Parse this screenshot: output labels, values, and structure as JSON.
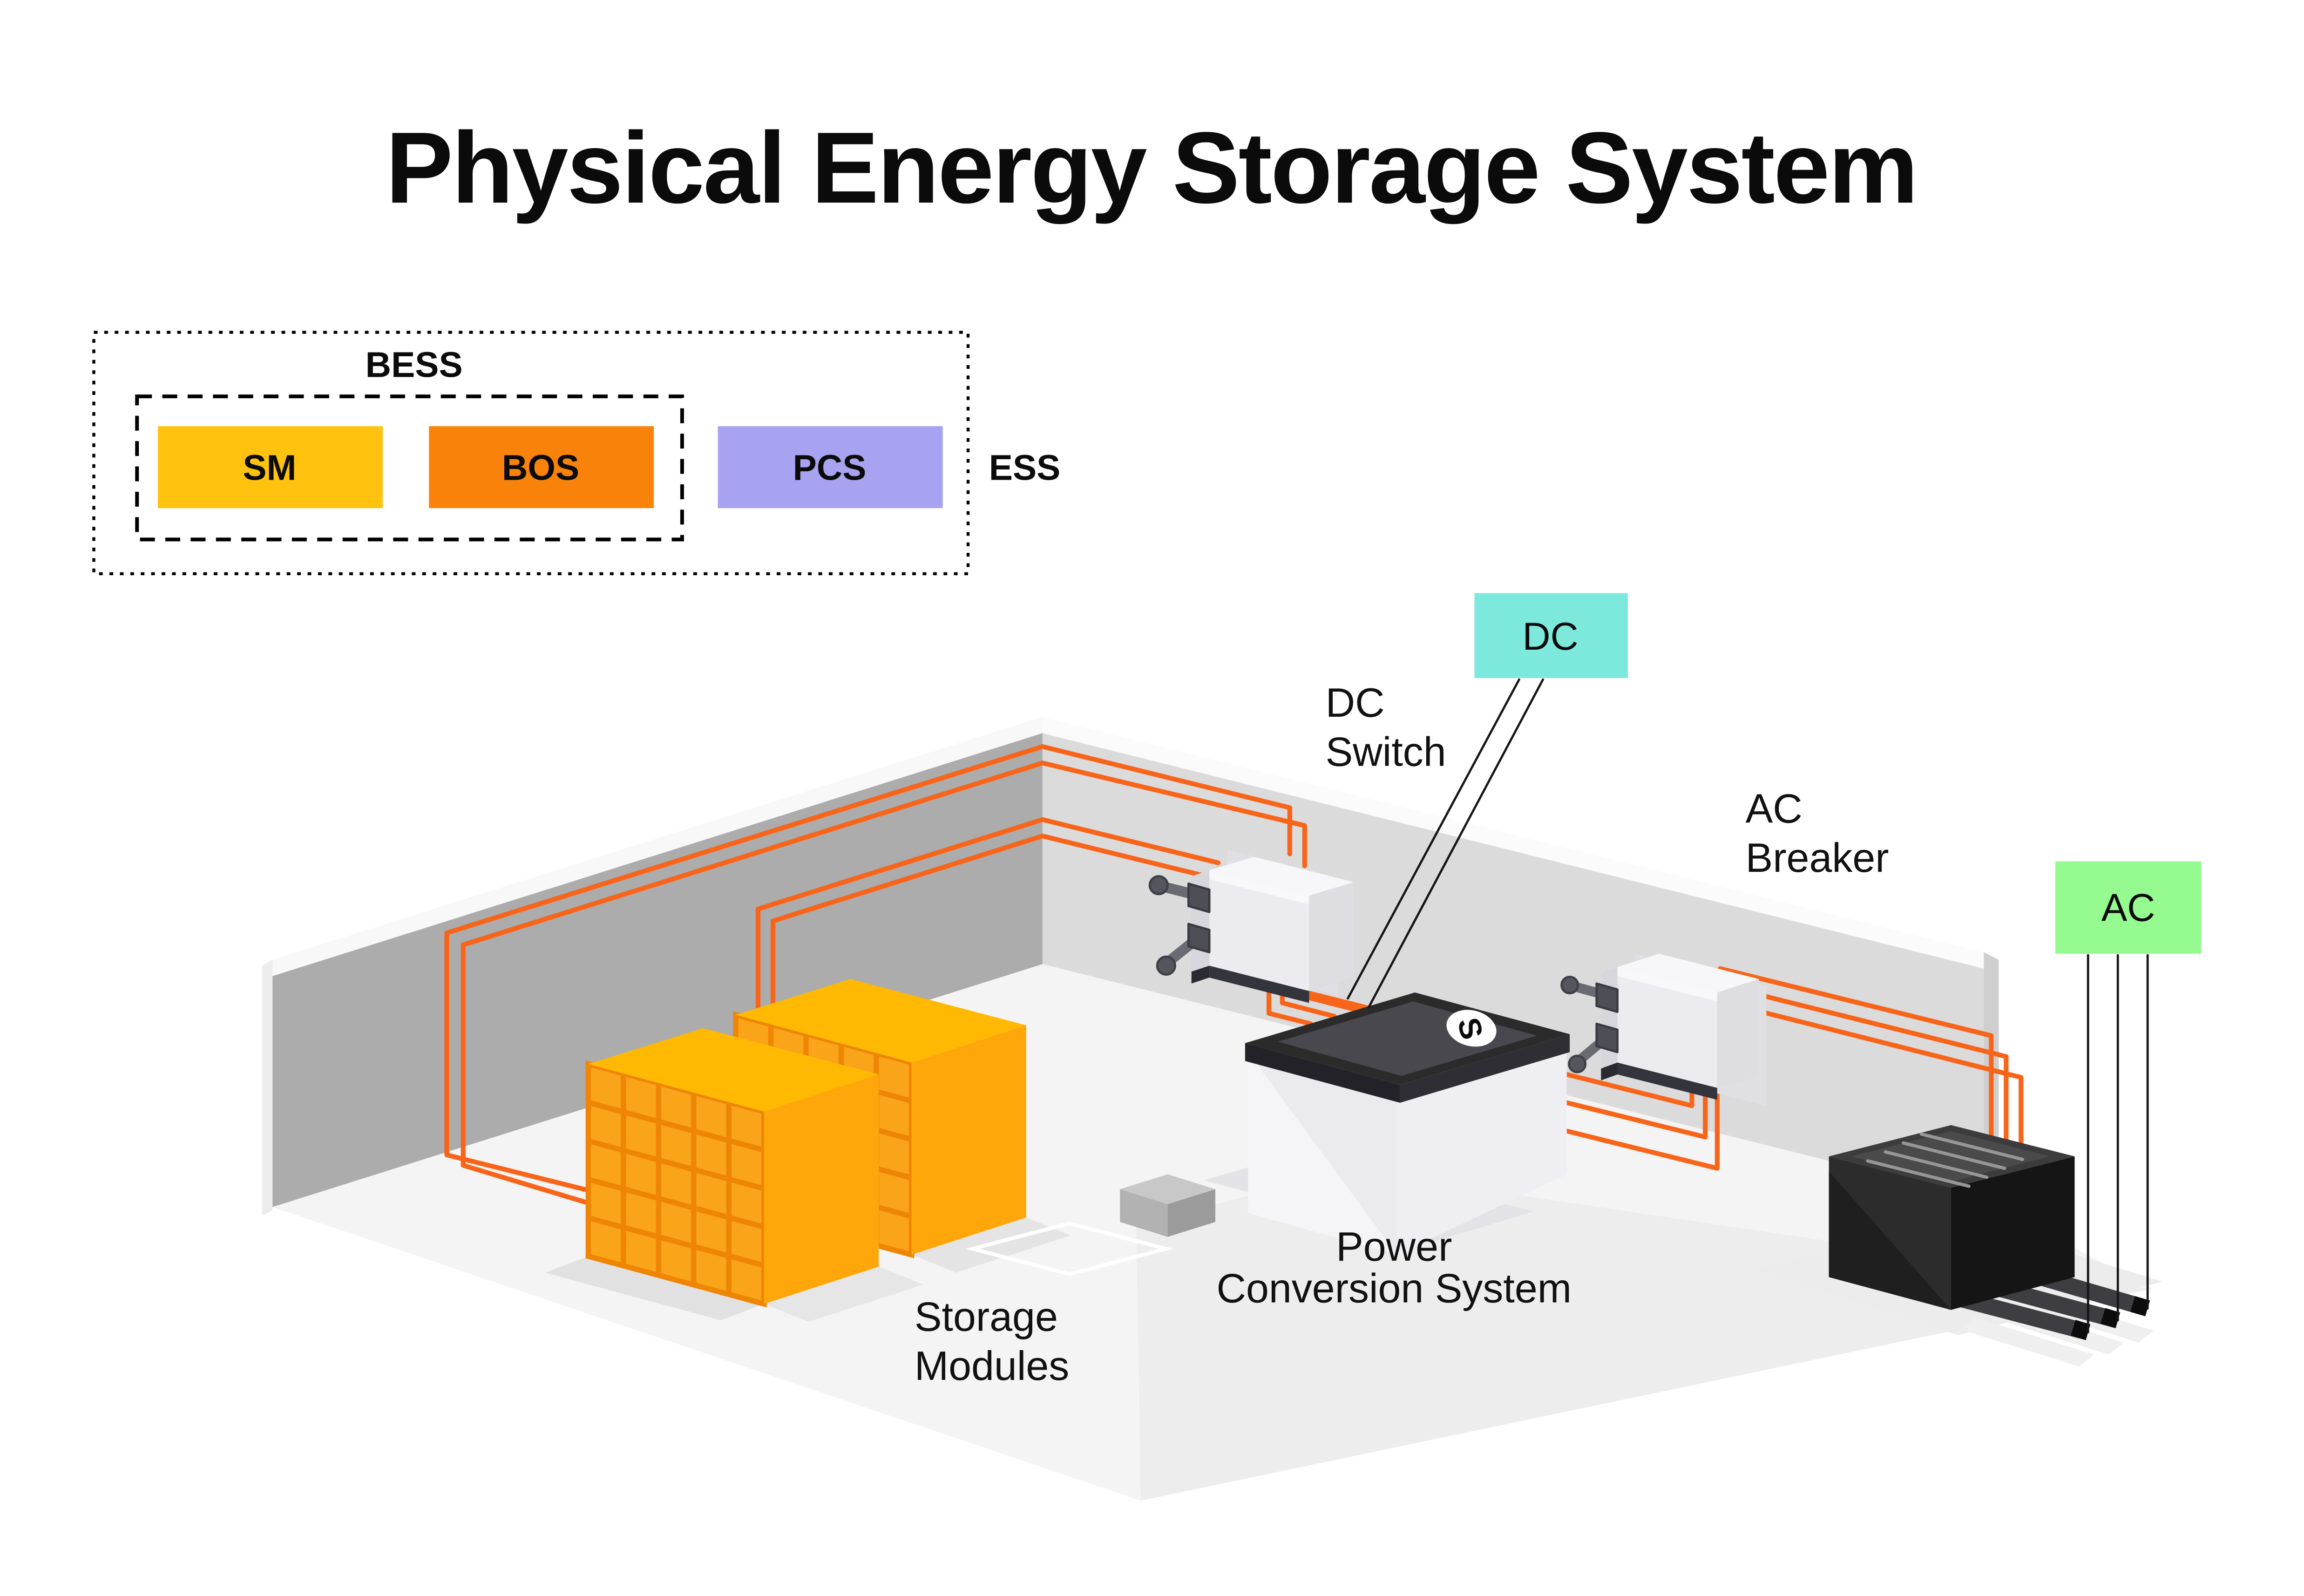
{
  "title": "Physical Energy Storage System",
  "legend": {
    "outer_label": "ESS",
    "inner_label": "BESS",
    "items": [
      {
        "label": "SM"
      },
      {
        "label": "BOS"
      },
      {
        "label": "PCS"
      }
    ]
  },
  "tags": {
    "dc": "DC",
    "ac": "AC"
  },
  "labels": {
    "dc_switch": [
      "DC",
      "Switch"
    ],
    "ac_breaker": [
      "AC",
      "Breaker"
    ],
    "storage_modules": [
      "Storage",
      "Modules"
    ],
    "power_conversion": [
      "Power",
      "Conversion System"
    ],
    "pcs_logo": "S"
  },
  "colors": {
    "sm": "#FFC20E",
    "bos": "#F8820A",
    "pcs": "#A8A3F1",
    "dc": "#7CE9DC",
    "ac": "#95FA90",
    "wire": "#F8651A",
    "cube_top": "#FFB902",
    "cube_side": "#FFA60A",
    "cube_face": "#FAA41A",
    "cube_grid": "#EE8604",
    "wall_left": "#ACACAC",
    "wall_right": "#DBDBDB",
    "floor": "#F4F4F4"
  }
}
